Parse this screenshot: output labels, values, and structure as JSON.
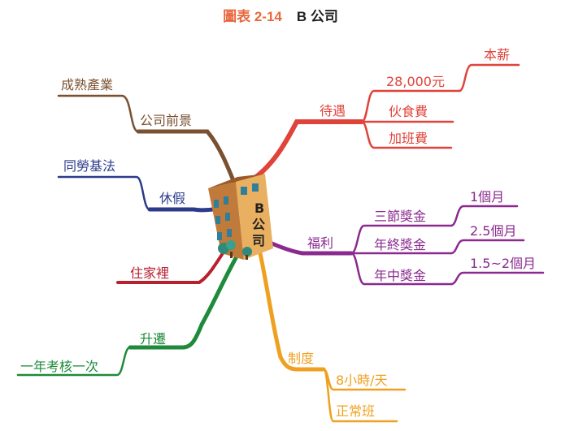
{
  "title": {
    "prefix": "圖表 2-14",
    "name": "B 公司"
  },
  "center": {
    "label_b": "B",
    "label_gong": "公",
    "label_si": "司"
  },
  "branches": {
    "treatment": {
      "label": "待遇",
      "color": "#e0433a",
      "items": [
        "28,000元",
        "伙食費",
        "加班費"
      ],
      "sub": "本薪"
    },
    "welfare": {
      "label": "福利",
      "color": "#8a2a8f",
      "items": [
        "三節獎金",
        "年終獎金",
        "年中獎金"
      ],
      "subs": [
        "1個月",
        "2.5個月",
        "1.5~2個月"
      ]
    },
    "system": {
      "label": "制度",
      "color": "#f0a020",
      "items": [
        "8小時/天",
        "正常班"
      ]
    },
    "promotion": {
      "label": "升遷",
      "color": "#1e8a3a",
      "sub": "一年考核一次"
    },
    "home": {
      "label": "住家裡",
      "color": "#b8202e"
    },
    "leave": {
      "label": "休假",
      "color": "#2c3a8c",
      "sub": "同勞基法"
    },
    "future": {
      "label": "公司前景",
      "color": "#7a5030",
      "sub": "成熟產業"
    }
  }
}
